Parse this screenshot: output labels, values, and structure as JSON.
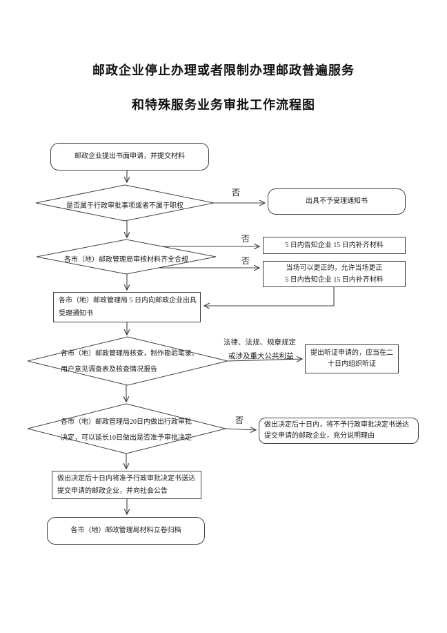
{
  "title": {
    "line1": "邮政企业停止办理或者限制办理邮政普遍服务",
    "line2": "和特殊服务业务审批工作流程图"
  },
  "flowchart": {
    "nodes": {
      "apply": {
        "text": "邮政企业提出书面申请，并提交材料"
      },
      "decision_scope": {
        "text": "是否属于行政审批事项或者不属于职权"
      },
      "reject_notice": {
        "text": "出具不予受理通知书"
      },
      "decision_materials": {
        "text": "各市（地）邮政管理局审核材料齐全合规"
      },
      "supplement": {
        "text": "5 日内告知企业 15 日内补齐材料"
      },
      "onsite_correct": {
        "line1": "当场可以更正的，允许当场更正",
        "line2": "5 日内告知企业 15 日内补齐材料"
      },
      "accept_notice": {
        "line1": "各市（地）邮政管理局 5 日内向邮政企业出具",
        "line2": "受理通知书"
      },
      "decision_inspect": {
        "line1": "各市（地）邮政管理局核查，制作勘验笔录、",
        "line2": "用户意见调查表及核查情况报告"
      },
      "hearing": {
        "line1": "提出听证申请的，应当在二",
        "line2": "十日内组织听证"
      },
      "decision_approve": {
        "line1": "各市（地）邮政管理局20日内做出行政审批",
        "line2": "决定，可以延长10日做出是否准予审批决定"
      },
      "deny_deliver": {
        "line1": "做出决定后十日内，将不予行政审批决定书送达",
        "line2": "提交申请的邮政企业，充分说明理由"
      },
      "approve_deliver": {
        "line1": "做出决定后十日内将准予行政审批决定书送达",
        "line2": "提交申请的邮政企业，并向社会公告"
      },
      "archive": {
        "text": "各市（地）邮政管理局材料立卷归档"
      }
    },
    "edge_labels": {
      "no_scope": "否",
      "no_incomplete": "否",
      "no_correctable": "否",
      "no_approve": "否",
      "hearing_cond_line1": "法律、法规、规章规定",
      "hearing_cond_line2": "或涉及重大公共利益"
    },
    "colors": {
      "stroke": "#3f3f3f",
      "text": "#1b1b1b",
      "background": "#ffffff"
    }
  }
}
